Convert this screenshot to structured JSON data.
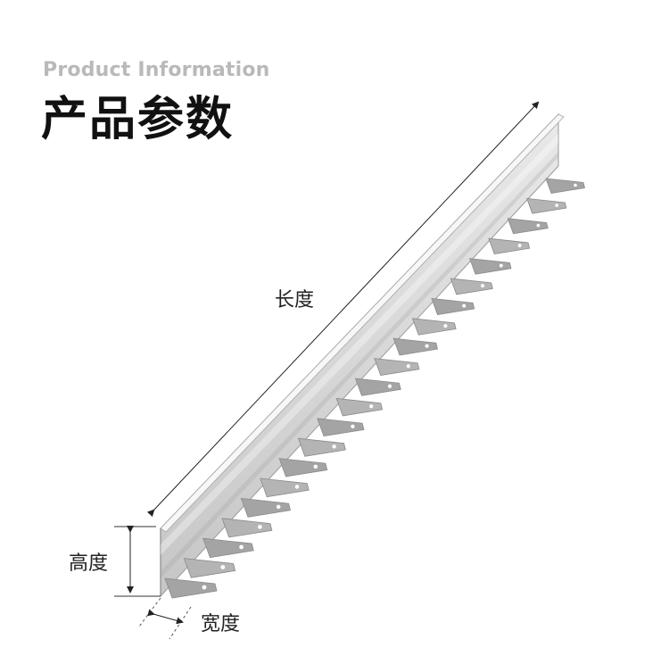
{
  "header": {
    "subtitle": "Product Information",
    "title": "产品参数"
  },
  "dimensions": {
    "length_label": "长度",
    "height_label": "高度",
    "width_label": "宽度"
  },
  "colors": {
    "subtitle": "#b9b9b9",
    "title": "#111111",
    "metal_light": "#e6e6e6",
    "metal_mid": "#bdbdbd",
    "metal_dark": "#8f8f8f",
    "tab": "#a9a9a9"
  }
}
